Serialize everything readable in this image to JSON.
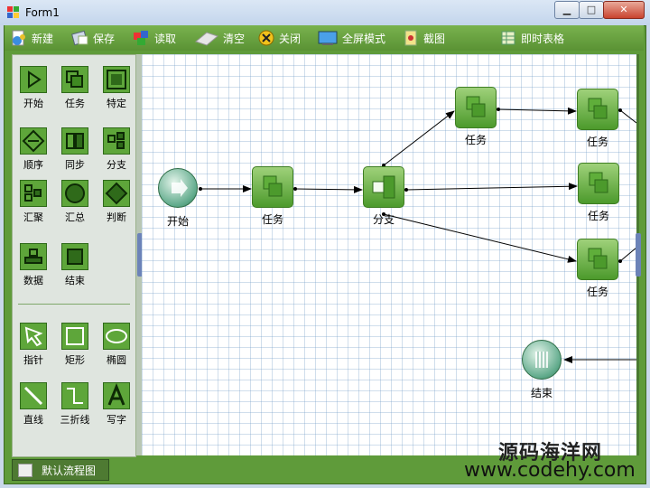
{
  "window": {
    "title": "Form1",
    "minimize": "▁",
    "maximize": "□",
    "close": "✕"
  },
  "toolbar": {
    "items": [
      {
        "label": "新建",
        "icon": "new-icon"
      },
      {
        "label": "保存",
        "icon": "save-icon"
      },
      {
        "label": "读取",
        "icon": "open-icon"
      },
      {
        "label": "清空",
        "icon": "clear-icon"
      },
      {
        "label": "关闭",
        "icon": "close-icon"
      },
      {
        "label": "全屏模式",
        "icon": "fullscreen-icon"
      },
      {
        "label": "截图",
        "icon": "screenshot-icon"
      },
      {
        "label": "即时表格",
        "icon": "table-icon"
      }
    ]
  },
  "palette": {
    "items": [
      {
        "label": "开始"
      },
      {
        "label": "任务"
      },
      {
        "label": "特定"
      },
      {
        "label": "顺序"
      },
      {
        "label": "同步"
      },
      {
        "label": "分支"
      },
      {
        "label": "汇聚"
      },
      {
        "label": "汇总"
      },
      {
        "label": "判断"
      },
      {
        "label": "数据"
      },
      {
        "label": "结束"
      },
      {
        "label": "指针"
      },
      {
        "label": "矩形"
      },
      {
        "label": "椭圆"
      },
      {
        "label": "直线"
      },
      {
        "label": "三折线"
      },
      {
        "label": "写字"
      }
    ]
  },
  "diagram": {
    "nodes": [
      {
        "id": "start",
        "label": "开始",
        "kind": "start"
      },
      {
        "id": "task1",
        "label": "任务",
        "kind": "task"
      },
      {
        "id": "branch",
        "label": "分支",
        "kind": "branch"
      },
      {
        "id": "task2",
        "label": "任务",
        "kind": "task"
      },
      {
        "id": "task3",
        "label": "任务",
        "kind": "task"
      },
      {
        "id": "task4",
        "label": "任务",
        "kind": "task"
      },
      {
        "id": "task5",
        "label": "任务",
        "kind": "task"
      },
      {
        "id": "end",
        "label": "结束",
        "kind": "end"
      }
    ]
  },
  "status": {
    "tab_label": "默认流程图"
  },
  "watermark": {
    "line1": "源码海洋网",
    "line2": "www.codehy.com"
  }
}
